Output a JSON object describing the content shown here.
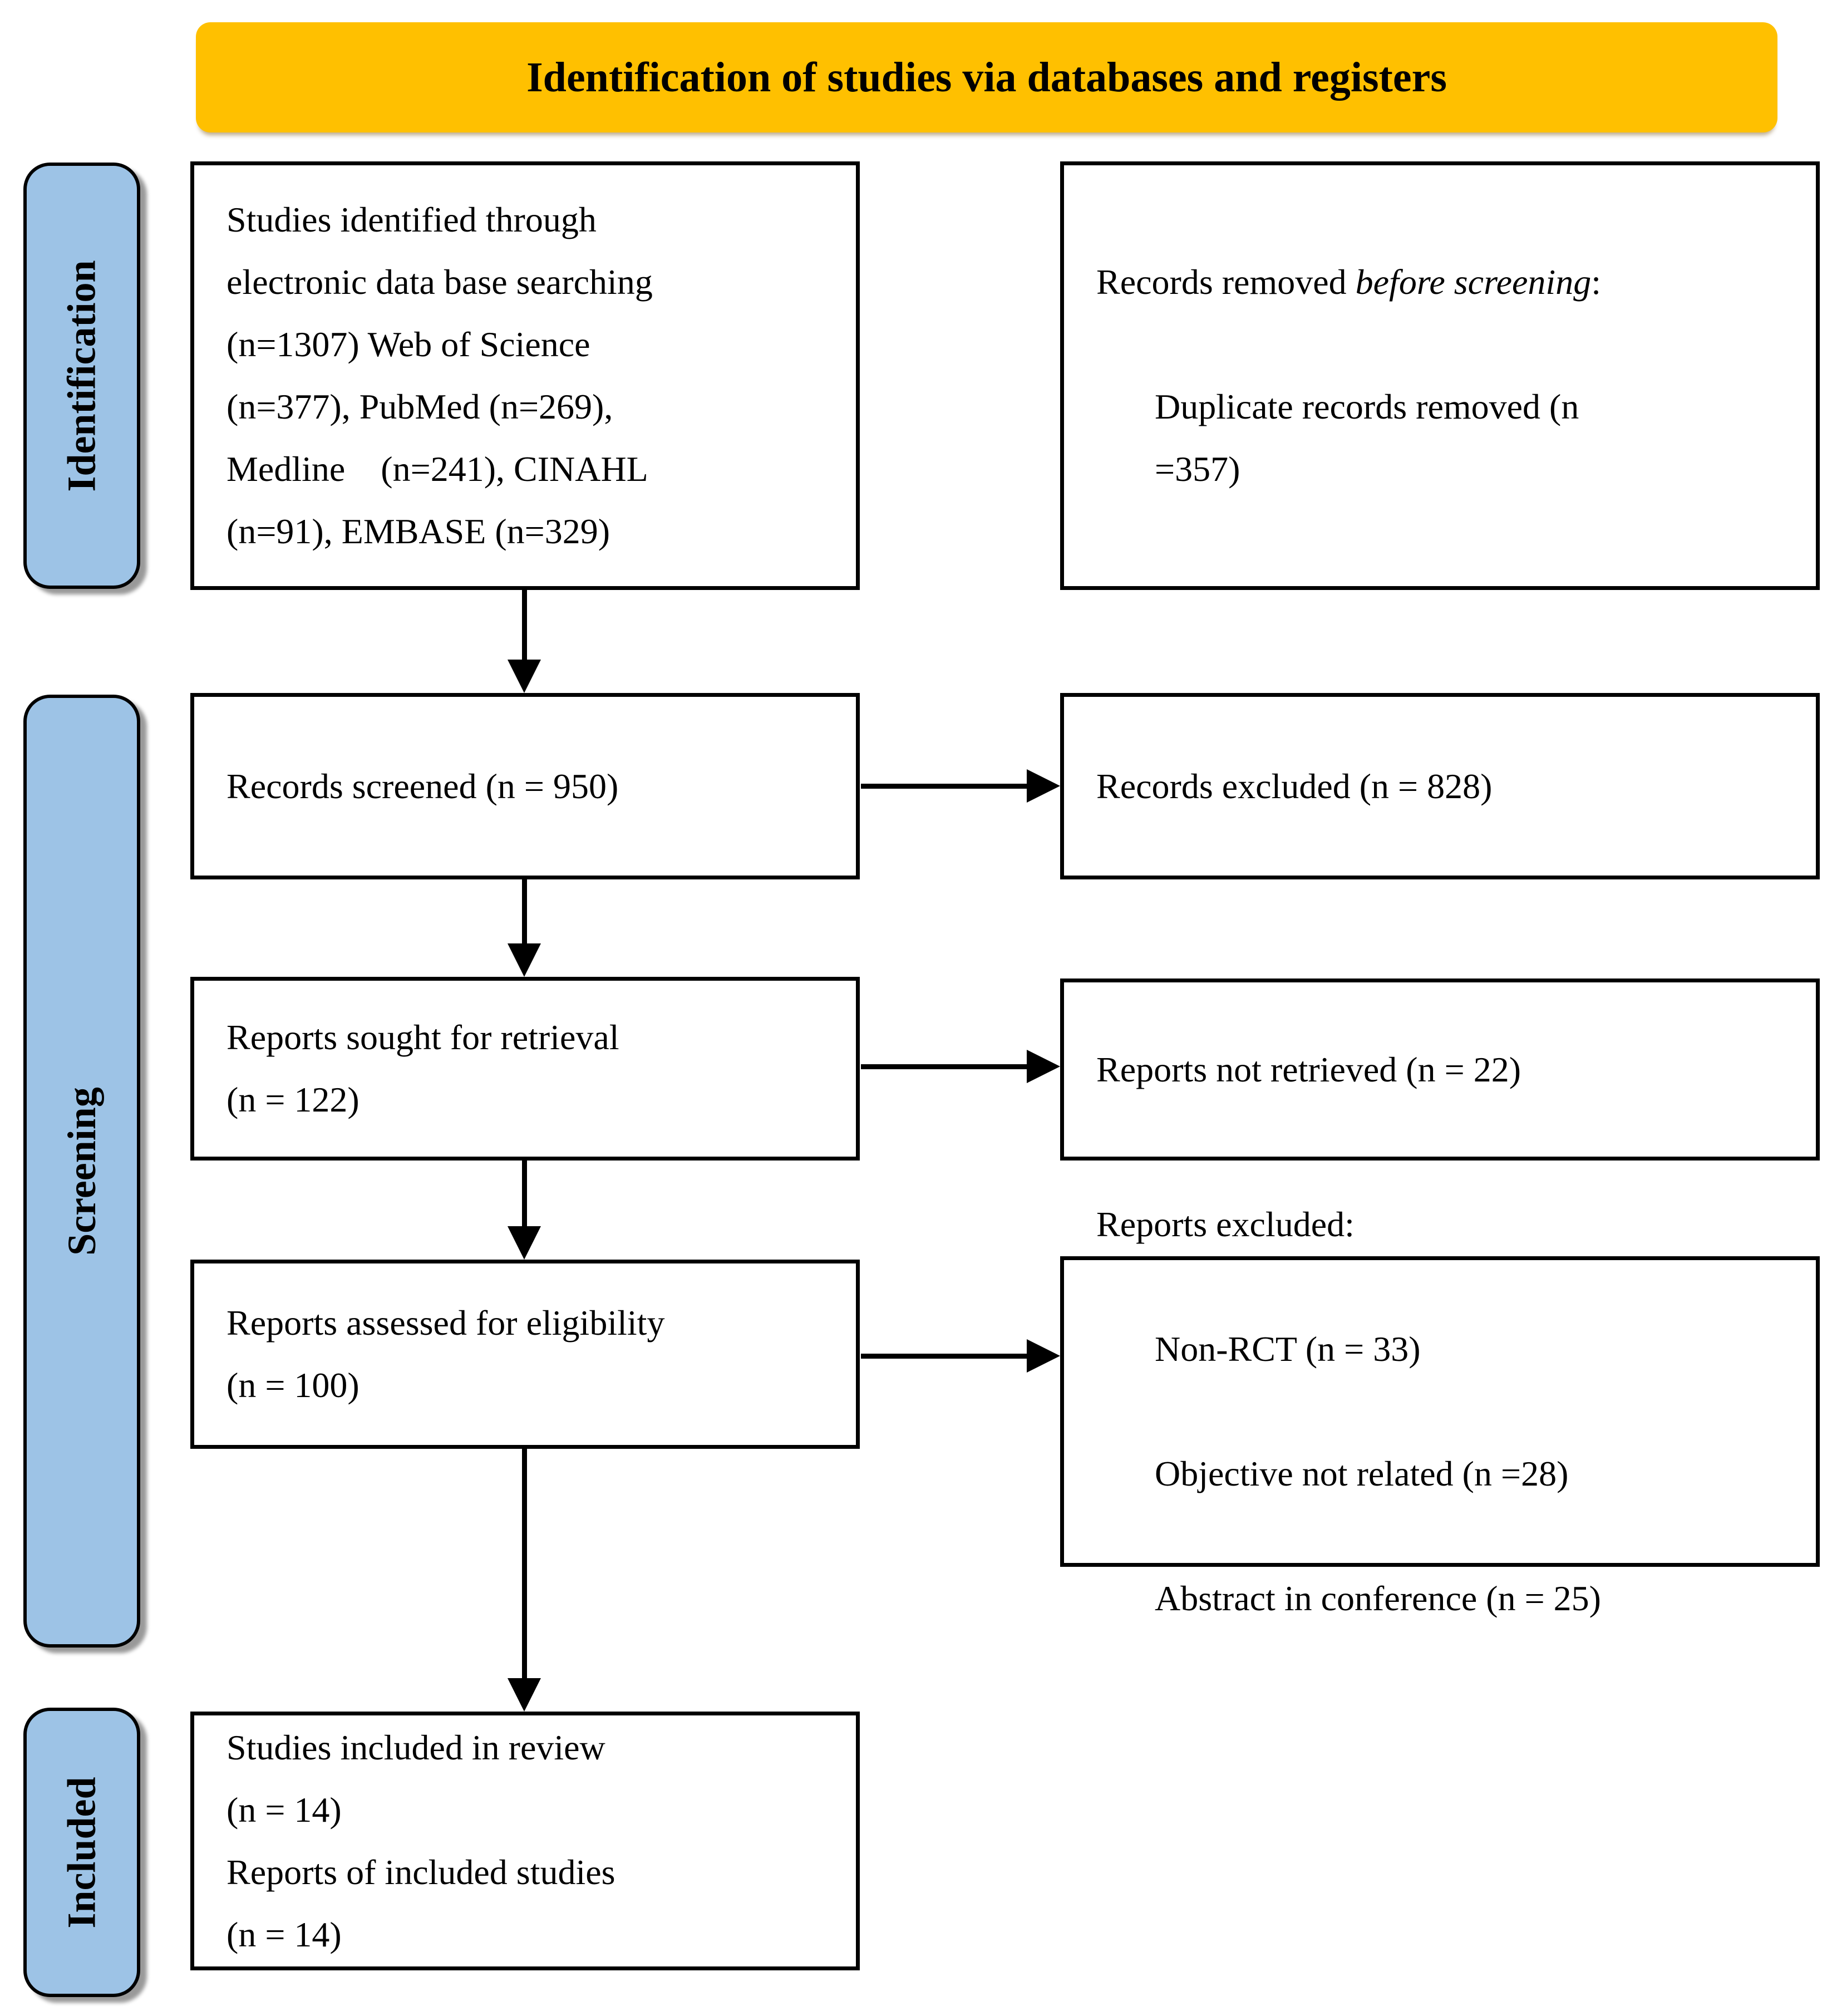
{
  "banner": {
    "title": "Identification of studies via databases and registers"
  },
  "stages": {
    "identification": "Identification",
    "screening": "Screening",
    "included": "Included"
  },
  "boxes": {
    "identified": {
      "text": "Studies identified through\nelectronic data base searching\n(n=1307) Web of Science\n(n=377), PubMed (n=269),\nMedline    (n=241), CINAHL\n(n=91), EMBASE (n=329)"
    },
    "removed": {
      "prefix": "Records removed ",
      "italic": "before screening",
      "colon": ":",
      "item": "Duplicate records removed (n\n=357)"
    },
    "screened": {
      "text": "Records screened (n = 950)"
    },
    "excluded": {
      "text": "Records excluded (n = 828)"
    },
    "sought": {
      "text": "Reports sought for retrieval\n(n = 122)"
    },
    "not_retrieved": {
      "text": "Reports not retrieved (n = 22)"
    },
    "assessed": {
      "text": "Reports assessed for eligibility\n(n = 100)"
    },
    "reports_excluded": {
      "heading": "Reports excluded:",
      "items": [
        "Non-RCT (n = 33)",
        "Objective not related (n =28)",
        "Abstract in conference (n = 25)"
      ]
    },
    "included_box": {
      "text": "Studies included in review\n(n = 14)\nReports of included studies\n(n = 14)"
    }
  },
  "colors": {
    "banner_bg": "#FFC000",
    "stage_bg": "#9DC3E6",
    "line": "#000000",
    "text": "#000000"
  }
}
